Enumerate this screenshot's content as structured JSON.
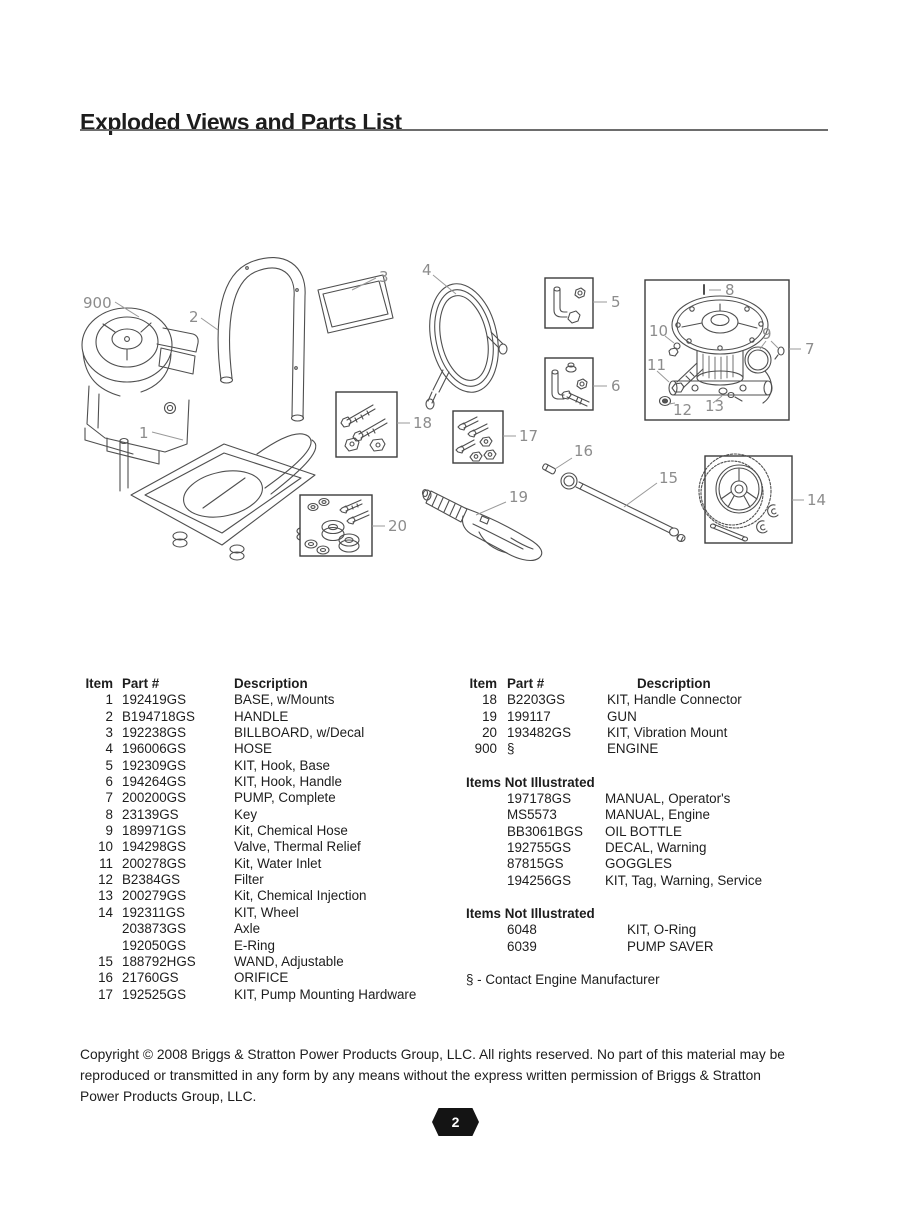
{
  "page": {
    "title": "Exploded Views and Parts List",
    "page_number": "2",
    "copyright": "Copyright © 2008 Briggs & Stratton Power Products Group, LLC.  All rights reserved.  No part of this material may be reproduced or transmitted in any form by any means without the express written permission of Briggs & Stratton Power Products Group, LLC."
  },
  "table": {
    "headers": {
      "item": "Item",
      "part": "Part #",
      "description": "Description"
    },
    "left_rows": [
      {
        "item": "1",
        "part": "192419GS",
        "desc": "BASE, w/Mounts"
      },
      {
        "item": "2",
        "part": "B194718GS",
        "desc": "HANDLE"
      },
      {
        "item": "3",
        "part": "192238GS",
        "desc": "BILLBOARD, w/Decal"
      },
      {
        "item": "4",
        "part": "196006GS",
        "desc": "HOSE"
      },
      {
        "item": "5",
        "part": "192309GS",
        "desc": "KIT, Hook, Base"
      },
      {
        "item": "6",
        "part": "194264GS",
        "desc": "KIT, Hook, Handle"
      },
      {
        "item": "7",
        "part": "200200GS",
        "desc": "PUMP, Complete"
      },
      {
        "item": "8",
        "part": "23139GS",
        "desc": "Key"
      },
      {
        "item": "9",
        "part": "189971GS",
        "desc": "Kit, Chemical Hose"
      },
      {
        "item": "10",
        "part": "194298GS",
        "desc": "Valve, Thermal Relief"
      },
      {
        "item": "11",
        "part": "200278GS",
        "desc": "Kit, Water Inlet"
      },
      {
        "item": "12",
        "part": "B2384GS",
        "desc": "Filter"
      },
      {
        "item": "13",
        "part": "200279GS",
        "desc": "Kit, Chemical Injection"
      },
      {
        "item": "14",
        "part": "192311GS",
        "desc": "KIT, Wheel"
      },
      {
        "item": "",
        "part": "203873GS",
        "desc": "Axle"
      },
      {
        "item": "",
        "part": "192050GS",
        "desc": "E-Ring"
      },
      {
        "item": "15",
        "part": "188792HGS",
        "desc": "WAND, Adjustable"
      },
      {
        "item": "16",
        "part": "21760GS",
        "desc": "ORIFICE"
      },
      {
        "item": "17",
        "part": "192525GS",
        "desc": "KIT, Pump Mounting Hardware"
      }
    ],
    "right_rows": [
      {
        "item": "18",
        "part": "B2203GS",
        "desc": "KIT, Handle Connector"
      },
      {
        "item": "19",
        "part": "199117",
        "desc": "GUN"
      },
      {
        "item": "20",
        "part": "193482GS",
        "desc": "KIT, Vibration Mount"
      },
      {
        "item": "900",
        "part": "§",
        "desc": "ENGINE"
      }
    ],
    "not_illustrated_title": "Items Not Illustrated",
    "not_illustrated_1": [
      {
        "part": "197178GS",
        "desc": "MANUAL, Operator's"
      },
      {
        "part": "MS5573",
        "desc": "MANUAL, Engine"
      },
      {
        "part": "BB3061BGS",
        "desc": "OIL BOTTLE"
      },
      {
        "part": "192755GS",
        "desc": "DECAL, Warning"
      },
      {
        "part": "87815GS",
        "desc": "GOGGLES"
      },
      {
        "part": "194256GS",
        "desc": "KIT, Tag, Warning, Service"
      }
    ],
    "not_illustrated_2": [
      {
        "part": "6048",
        "desc": "KIT, O-Ring"
      },
      {
        "part": "6039",
        "desc": "PUMP SAVER"
      }
    ],
    "footnote": "§ - Contact Engine Manufacturer"
  },
  "diagram": {
    "labels": {
      "engine": "900",
      "base": "1",
      "handle": "2",
      "billboard": "3",
      "hose": "4",
      "hook_base": "5",
      "hook_handle": "6",
      "pump": "7",
      "key": "8",
      "chem_hose": "9",
      "thermal_valve": "10",
      "water_inlet": "11",
      "filter": "12",
      "chem_injection": "13",
      "wheel": "14",
      "wand": "15",
      "orifice": "16",
      "pump_hw": "17",
      "handle_conn": "18",
      "gun": "19",
      "vib_mount": "20"
    }
  }
}
